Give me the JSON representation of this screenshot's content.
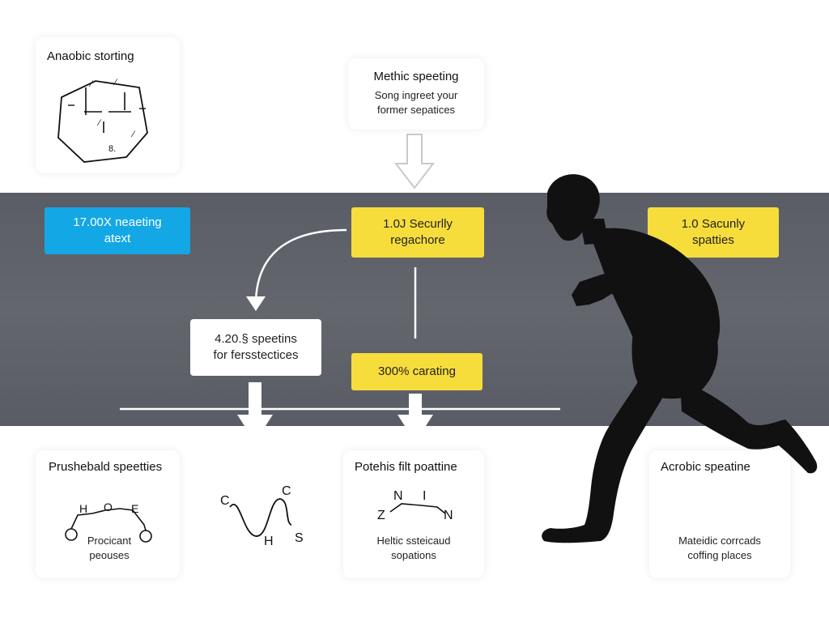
{
  "top_left_card": {
    "title": "Anaobic storting",
    "glyph_labels": [
      "∕",
      "∕",
      "∕",
      "∕",
      "8."
    ]
  },
  "top_center_card": {
    "title": "Methic speeting",
    "line1": "Song ingreet your",
    "line2": "former sepatices"
  },
  "boxes": {
    "blue": {
      "line1": "17.00X neaeting",
      "line2": "atext"
    },
    "center_yellow": {
      "line1": "1.0J Securlly",
      "line2": "regachore"
    },
    "right_yellow": {
      "line1": "1.0 Sacunly",
      "line2": "spatties"
    },
    "white": {
      "line1": "4.20.§ speetins",
      "line2": "for fersstectices"
    },
    "small_yellow": {
      "label": "300% carating"
    }
  },
  "bottom_left_card": {
    "title": "Prushebald speetties",
    "molecule_labels": [
      "H",
      "O",
      "E"
    ],
    "caption_line1": "Procicant",
    "caption_line2": "peouses",
    "squiggle_labels": [
      "C",
      "C",
      "H",
      "S"
    ]
  },
  "bottom_center_card": {
    "title": "Potehis filt poattine",
    "molecule_labels": [
      "N",
      "I",
      "Z",
      "N"
    ],
    "caption_line1": "Heltic ssteicaud",
    "caption_line2": "sopations"
  },
  "bottom_right_card": {
    "title": "Acrobic speatine",
    "caption_line1": "Mateidic corrcads",
    "caption_line2": "coffing places"
  },
  "colors": {
    "band": "#5f6169",
    "yellow": "#f7dd3b",
    "blue": "#14a7e6",
    "silhouette": "#111111"
  }
}
